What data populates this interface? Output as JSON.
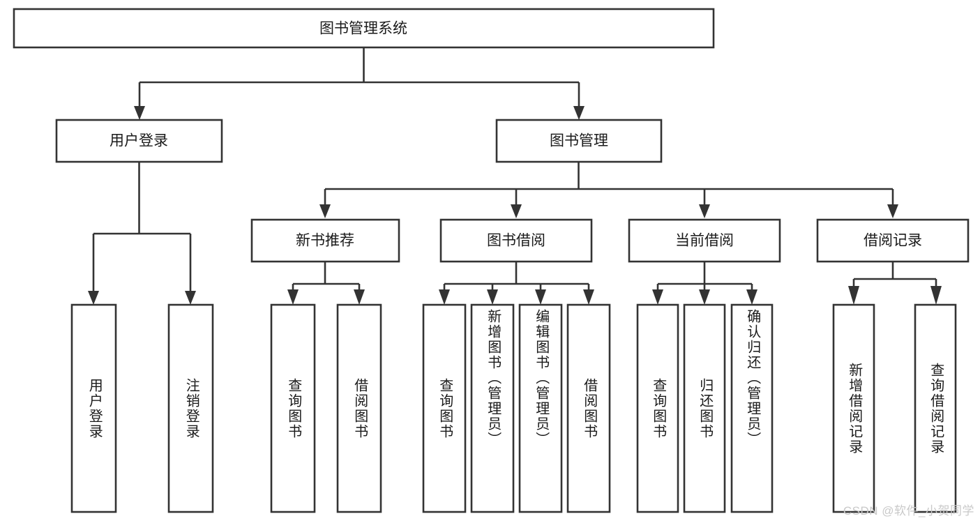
{
  "diagram": {
    "type": "tree",
    "title": "图书管理系统",
    "colors": {
      "stroke": "#333333",
      "fill": "#ffffff",
      "text": "#1a1a1a",
      "watermark": "#c9c9c9",
      "background": "#ffffff"
    },
    "root": {
      "label": "图书管理系统",
      "orientation": "horizontal"
    },
    "level1": [
      {
        "label": "用户登录",
        "orientation": "horizontal"
      },
      {
        "label": "图书管理",
        "orientation": "horizontal"
      }
    ],
    "level2": [
      {
        "label": "新书推荐",
        "orientation": "horizontal",
        "parent": "图书管理"
      },
      {
        "label": "图书借阅",
        "orientation": "horizontal",
        "parent": "图书管理"
      },
      {
        "label": "当前借阅",
        "orientation": "horizontal",
        "parent": "图书管理"
      },
      {
        "label": "借阅记录",
        "orientation": "horizontal",
        "parent": "图书管理"
      }
    ],
    "leaves": [
      {
        "label": "用户登录",
        "orientation": "vertical",
        "parent": "用户登录"
      },
      {
        "label": "注销登录",
        "orientation": "vertical",
        "parent": "用户登录"
      },
      {
        "label": "查询图书",
        "orientation": "vertical",
        "parent": "新书推荐"
      },
      {
        "label": "借阅图书",
        "orientation": "vertical",
        "parent": "新书推荐"
      },
      {
        "label": "查询图书",
        "orientation": "vertical",
        "parent": "图书借阅"
      },
      {
        "label": "新增图书（管理员）",
        "orientation": "vertical",
        "parent": "图书借阅"
      },
      {
        "label": "编辑图书（管理员）",
        "orientation": "vertical",
        "parent": "图书借阅"
      },
      {
        "label": "借阅图书",
        "orientation": "vertical",
        "parent": "图书借阅"
      },
      {
        "label": "查询图书",
        "orientation": "vertical",
        "parent": "当前借阅"
      },
      {
        "label": "归还图书",
        "orientation": "vertical",
        "parent": "当前借阅"
      },
      {
        "label": "确认归还（管理员）",
        "orientation": "vertical",
        "parent": "当前借阅"
      },
      {
        "label": "新增借阅记录",
        "orientation": "vertical",
        "parent": "借阅记录"
      },
      {
        "label": "查询借阅记录",
        "orientation": "vertical",
        "parent": "借阅记录"
      }
    ]
  },
  "watermark": {
    "text": "CSDN @软件_小贺同学"
  }
}
